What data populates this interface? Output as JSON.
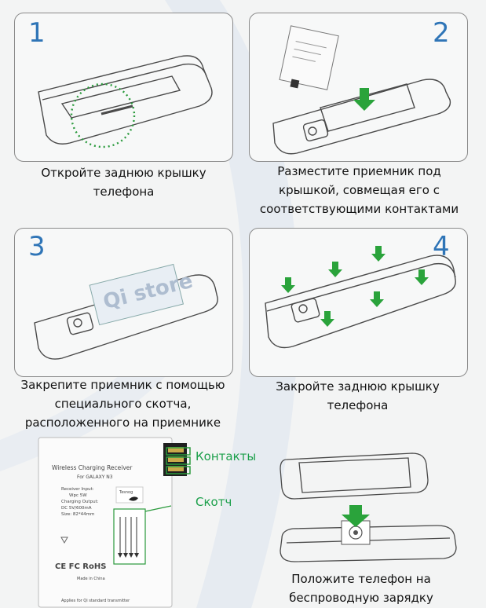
{
  "steps": [
    {
      "num": "1",
      "caption_lines": [
        "Откройте заднюю крышку",
        "телефона"
      ]
    },
    {
      "num": "2",
      "caption_lines": [
        "Разместите приемник под",
        "крышкой, совмещая его с",
        "соответствующими контактами"
      ]
    },
    {
      "num": "3",
      "caption_lines": [
        "Закрепите приемник с помощью",
        "специального скотча,",
        "расположенного на приемнике"
      ]
    },
    {
      "num": "4",
      "caption_lines": [
        "Закройте заднюю крышку",
        "телефона"
      ]
    }
  ],
  "receiver": {
    "title": "Wireless Charging Receiver",
    "model": "For GALAXY N3",
    "brand": "Tesnog",
    "specs": [
      "Receiver Input:",
      "Wpc 5W",
      "Charging Output:",
      "DC 5V/600mA",
      "Size: 82*44mm"
    ],
    "certs": "CE FC RoHS",
    "origin": "Made in China",
    "note": "Applies for Qi standard transmitter"
  },
  "labels": {
    "contacts": "Контакты",
    "tape": "Скотч"
  },
  "final": {
    "caption_lines": [
      "Положите телефон на",
      "беспроводную зарядку"
    ]
  },
  "colors": {
    "step_number": "#2f75b7",
    "arrow": "#2aa33b",
    "label": "#1b9f4a"
  }
}
